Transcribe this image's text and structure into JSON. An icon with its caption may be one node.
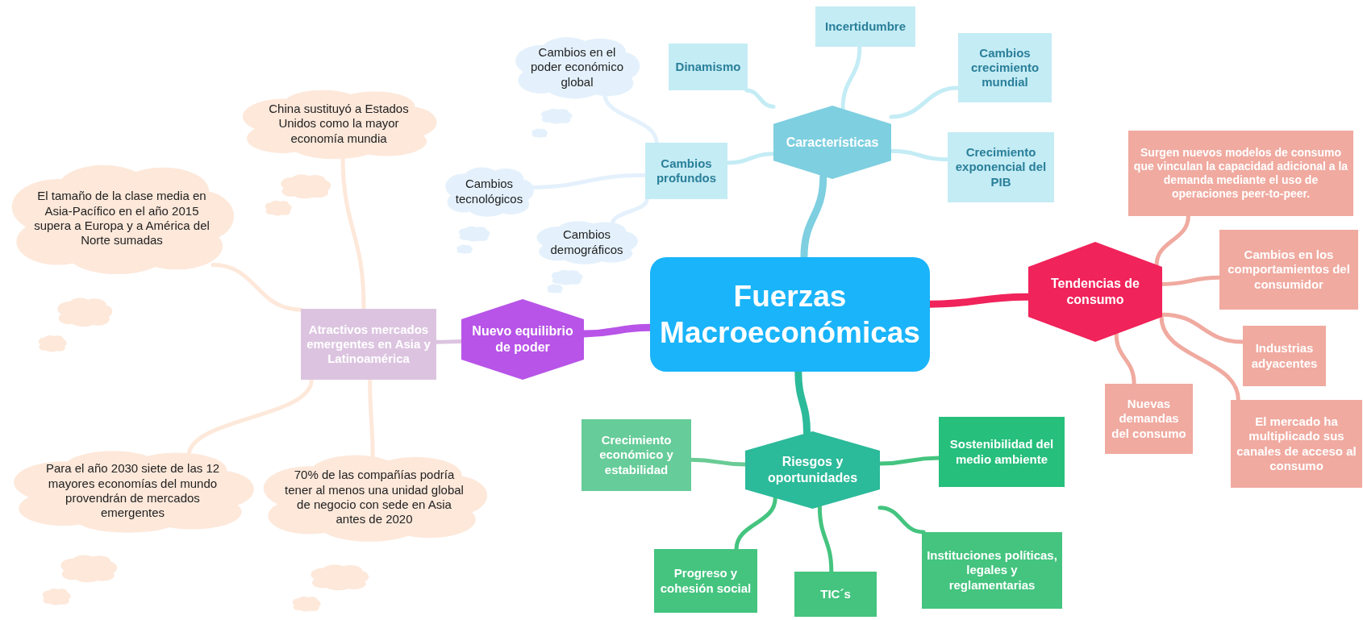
{
  "diagram": {
    "nodes": [
      {
        "text": [
          "Fuerzas Macroeconómicas"
        ]
      },
      {
        "text": [
          "Características"
        ]
      },
      {
        "text": [
          "Dinamismo"
        ]
      },
      {
        "text": [
          "Incertidumbre"
        ]
      },
      {
        "text": [
          "Cambios crecimiento mundial"
        ]
      },
      {
        "text": [
          "Crecimiento exponencial del PIB"
        ]
      },
      {
        "text": [
          "Cambios profundos"
        ]
      },
      {
        "text": [
          "Cambios en el poder económico global"
        ]
      },
      {
        "text": [
          "Cambios tecnológicos"
        ]
      },
      {
        "text": [
          "Cambios demográficos"
        ]
      },
      {
        "text": [
          "Tendencias de consumo"
        ]
      },
      {
        "text": [
          "Surgen nuevos modelos de consumo que vinculan la capacidad adicional a la demanda mediante el uso de operaciones peer-to-peer."
        ]
      },
      {
        "text": [
          "Cambios en los comportamientos del consumidor"
        ]
      },
      {
        "text": [
          "Industrias adyacentes"
        ]
      },
      {
        "text": [
          "Nuevas demandas del consumo"
        ]
      },
      {
        "text": [
          "El mercado ha multiplicado sus canales de acceso al consumo"
        ]
      },
      {
        "text": [
          "Riesgos y oportunidades"
        ]
      },
      {
        "text": [
          "Crecimiento económico y estabilidad"
        ]
      },
      {
        "text": [
          "Sostenibilidad del medio ambiente"
        ]
      },
      {
        "text": [
          "Progreso y cohesión social"
        ]
      },
      {
        "text": [
          "TIC´s"
        ]
      },
      {
        "text": [
          "Instituciones políticas, legales y reglamentarias"
        ]
      },
      {
        "text": [
          "Nuevo equilibrio de poder"
        ]
      },
      {
        "text": [
          "Atractivos mercados emergentes en Asia y Latinoamérica"
        ]
      },
      {
        "text": [
          "China sustituyó a Estados Unidos como la mayor economía mundia"
        ]
      },
      {
        "text": [
          "El tamaño de la clase media en Asia-Pacífico en el año 2015 supera a Europa y a América del Norte sumadas"
        ]
      },
      {
        "text": [
          "Para el año 2030 siete de las 12 mayores economías del mundo provendrán de mercados emergentes"
        ]
      },
      {
        "text": [
          "70% de las compañías podría tener al menos una unidad global de negocio con sede en Asia antes de 2020"
        ]
      }
    ],
    "edges": [
      {
        "from": 0,
        "to": 1,
        "arrow": "none",
        "style": "thick",
        "color": "#7ecfe0"
      },
      {
        "from": 1,
        "to": 2,
        "arrow": "none",
        "color": "#c4ecf5"
      },
      {
        "from": 1,
        "to": 3,
        "arrow": "none",
        "color": "#c4ecf5"
      },
      {
        "from": 1,
        "to": 4,
        "arrow": "none",
        "color": "#c4ecf5"
      },
      {
        "from": 1,
        "to": 5,
        "arrow": "none",
        "color": "#c4ecf5"
      },
      {
        "from": 1,
        "to": 6,
        "arrow": "none",
        "color": "#c4ecf5"
      },
      {
        "from": 6,
        "to": 7,
        "arrow": "none",
        "color": "#e4f1fc"
      },
      {
        "from": 6,
        "to": 8,
        "arrow": "none",
        "color": "#e4f1fc"
      },
      {
        "from": 6,
        "to": 9,
        "arrow": "none",
        "color": "#e4f1fc"
      },
      {
        "from": 0,
        "to": 10,
        "arrow": "none",
        "style": "thick",
        "color": "#f0235a"
      },
      {
        "from": 10,
        "to": 11,
        "arrow": "none",
        "color": "#f0aaa0"
      },
      {
        "from": 10,
        "to": 12,
        "arrow": "none",
        "color": "#f0aaa0"
      },
      {
        "from": 10,
        "to": 13,
        "arrow": "none",
        "color": "#f0aaa0"
      },
      {
        "from": 10,
        "to": 14,
        "arrow": "none",
        "color": "#f0aaa0"
      },
      {
        "from": 10,
        "to": 15,
        "arrow": "none",
        "color": "#f0aaa0"
      },
      {
        "from": 0,
        "to": 16,
        "arrow": "none",
        "style": "thick",
        "color": "#2bba9a"
      },
      {
        "from": 16,
        "to": 17,
        "arrow": "none",
        "color": "#6acb95"
      },
      {
        "from": 16,
        "to": 18,
        "arrow": "none",
        "color": "#44c47f"
      },
      {
        "from": 16,
        "to": 19,
        "arrow": "none",
        "color": "#44c47f"
      },
      {
        "from": 16,
        "to": 20,
        "arrow": "none",
        "color": "#44c47f"
      },
      {
        "from": 16,
        "to": 21,
        "arrow": "none",
        "color": "#44c47f"
      },
      {
        "from": 0,
        "to": 22,
        "arrow": "none",
        "style": "thick",
        "color": "#b854e8"
      },
      {
        "from": 22,
        "to": 23,
        "arrow": "none",
        "color": "#dcc4e0"
      },
      {
        "from": 23,
        "to": 24,
        "arrow": "none",
        "color": "#fde8da"
      },
      {
        "from": 23,
        "to": 25,
        "arrow": "none",
        "color": "#fde8da"
      },
      {
        "from": 23,
        "to": 26,
        "arrow": "none",
        "color": "#fde8da"
      },
      {
        "from": 23,
        "to": 27,
        "arrow": "none",
        "color": "#fde8da"
      }
    ]
  }
}
